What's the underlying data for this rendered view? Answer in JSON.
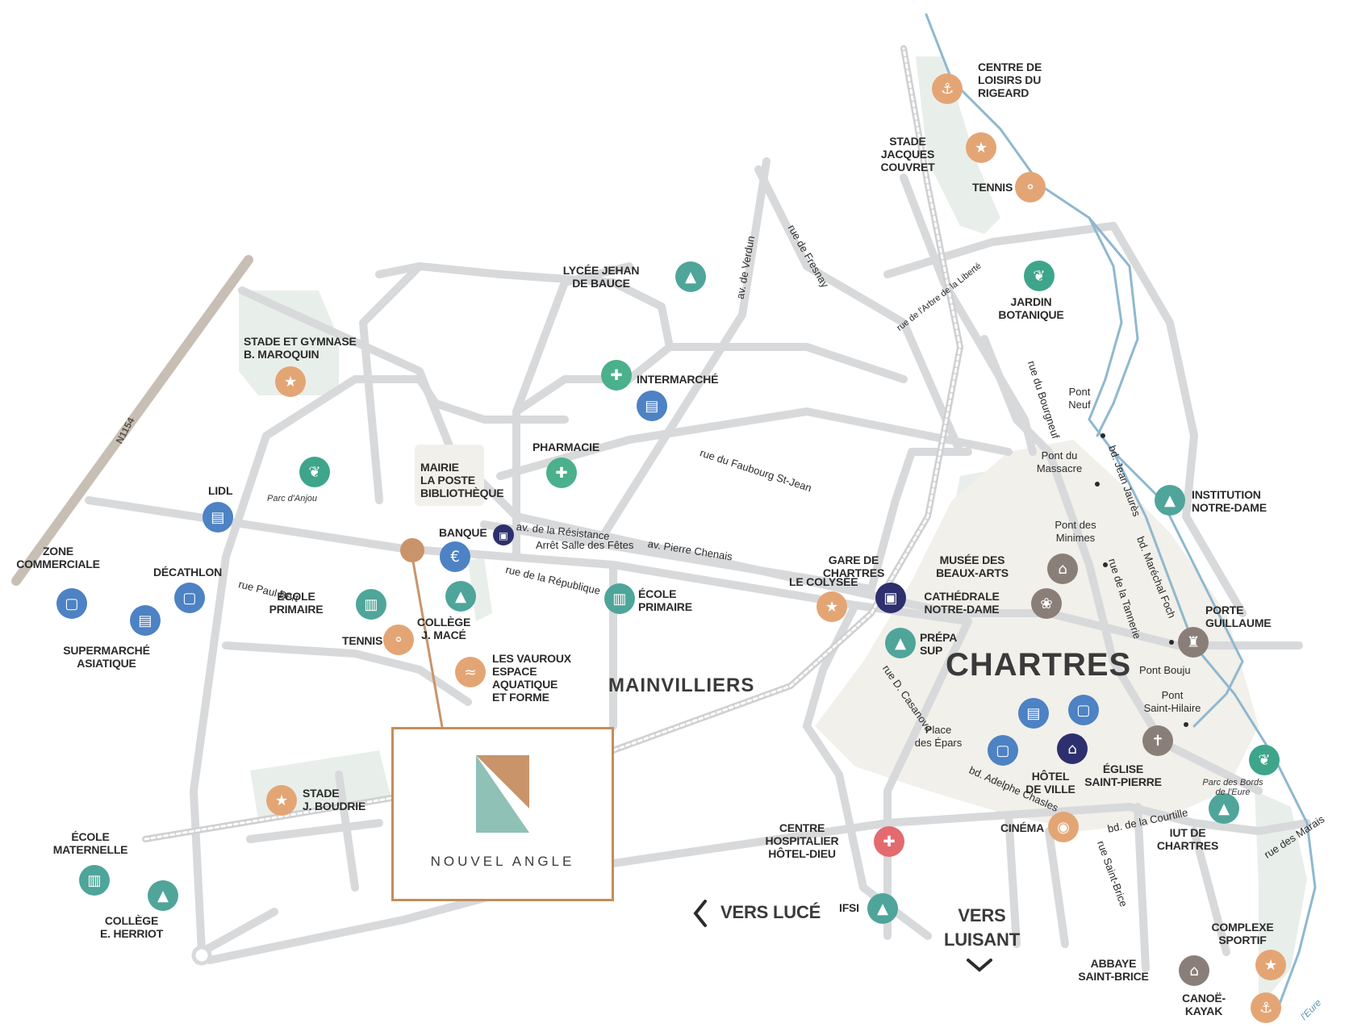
{
  "colors": {
    "road": "#d8d9db",
    "road_major": "#cfd0d2",
    "park": "#e8efea",
    "center_area": "#f1f0ea",
    "river": "#8fb8cf",
    "highway": "#c8bfb4",
    "sport": "#e4a575",
    "shop": "#4d82c4",
    "edu": "#4fa59a",
    "health": "#4bb08c",
    "transport": "#2e2f6e",
    "culture": "#8a7f78",
    "nature": "#3ea58a",
    "hospital": "#e36a6e",
    "brand": "#c48d5b",
    "brand_teal": "#8fc1b6"
  },
  "brand": {
    "name": "NOUVEL ANGLE"
  },
  "towns": {
    "chartres": "CHARTRES",
    "mainvilliers": "MAINVILLIERS"
  },
  "directions": {
    "luce": "VERS LUCÉ",
    "luisant": "VERS\nLUISANT"
  },
  "pois": [
    {
      "id": "centre-loisirs",
      "label": "CENTRE DE\nLOISIRS DU\nRIGEARD",
      "category": "sport",
      "icon": "kayak-icon"
    },
    {
      "id": "stade-couvret",
      "label": "STADE\nJACQUES\nCOUVRET",
      "category": "sport",
      "icon": "runner-icon"
    },
    {
      "id": "tennis-north",
      "label": "TENNIS",
      "category": "sport",
      "icon": "tennis-icon"
    },
    {
      "id": "jardin-botanique",
      "label": "JARDIN\nBOTANIQUE",
      "category": "nature",
      "icon": "leaf-icon"
    },
    {
      "id": "lycee-jehan",
      "label": "LYCÉE JEHAN\nDE BAUCE",
      "category": "edu",
      "icon": "graduation-cap-icon"
    },
    {
      "id": "stade-maroquin",
      "label": "STADE ET GYMNASE\nB. MAROQUIN",
      "category": "sport",
      "icon": "runner-icon"
    },
    {
      "id": "intermarche",
      "label": "INTERMARCHÉ",
      "category": "shop",
      "icon": "cart-icon"
    },
    {
      "id": "health-cross",
      "label": "",
      "category": "health",
      "icon": "medical-cross-icon"
    },
    {
      "id": "pharmacie",
      "label": "PHARMACIE",
      "category": "health",
      "icon": "medical-cross-icon"
    },
    {
      "id": "mairie",
      "label": "MAIRIE\nLA POSTE\nBIBLIOTHÈQUE",
      "category": "civic",
      "icon": ""
    },
    {
      "id": "parc-anjou",
      "label": "Parc d'Anjou",
      "category": "nature",
      "icon": "leaf-icon"
    },
    {
      "id": "lidl",
      "label": "LIDL",
      "category": "shop",
      "icon": "cart-icon"
    },
    {
      "id": "banque",
      "label": "BANQUE",
      "category": "shop",
      "icon": "euro-icon"
    },
    {
      "id": "arret",
      "label": "Arrêt Salle des Fêtes",
      "category": "transport",
      "icon": "bus-icon"
    },
    {
      "id": "zone-commerciale",
      "label": "ZONE\nCOMMERCIALE",
      "category": "shop",
      "icon": "bag-icon"
    },
    {
      "id": "decathlon",
      "label": "DÉCATHLON",
      "category": "shop",
      "icon": "bag-icon"
    },
    {
      "id": "supermarche-asiatique",
      "label": "SUPERMARCHÉ\nASIATIQUE",
      "category": "shop",
      "icon": "cart-icon"
    },
    {
      "id": "ecole-primaire-w",
      "label": "ÉCOLE\nPRIMAIRE",
      "category": "edu",
      "icon": "backpack-icon"
    },
    {
      "id": "tennis-w",
      "label": "TENNIS",
      "category": "sport",
      "icon": "tennis-icon"
    },
    {
      "id": "college-mace",
      "label": "COLLÈGE\nJ. MACÉ",
      "category": "edu",
      "icon": "graduation-cap-icon"
    },
    {
      "id": "ecole-primaire-e",
      "label": "ÉCOLE\nPRIMAIRE",
      "category": "edu",
      "icon": "backpack-icon"
    },
    {
      "id": "vauroux",
      "label": "LES VAUROUX\nESPACE\nAQUATIQUE\nET FORME",
      "category": "sport",
      "icon": "swim-icon"
    },
    {
      "id": "colysee",
      "label": "LE COLYSÉE",
      "category": "sport",
      "icon": "runner-icon"
    },
    {
      "id": "gare",
      "label": "GARE DE\nCHARTRES",
      "category": "transport",
      "icon": "train-icon"
    },
    {
      "id": "prepa",
      "label": "PRÉPA\nSUP",
      "category": "edu",
      "icon": "graduation-cap-icon"
    },
    {
      "id": "musee",
      "label": "MUSÉE DES\nBEAUX-ARTS",
      "category": "culture",
      "icon": "museum-icon"
    },
    {
      "id": "cathedrale",
      "label": "CATHÉDRALE\nNOTRE-DAME",
      "category": "culture",
      "icon": "rose-window-icon"
    },
    {
      "id": "institution",
      "label": "INSTITUTION\nNOTRE-DAME",
      "category": "edu",
      "icon": "graduation-cap-icon"
    },
    {
      "id": "porte-guillaume",
      "label": "PORTE\nGUILLAUME",
      "category": "culture",
      "icon": "tower-icon"
    },
    {
      "id": "shop-center-1",
      "label": "",
      "category": "shop",
      "icon": "cart-icon"
    },
    {
      "id": "shop-center-2",
      "label": "",
      "category": "shop",
      "icon": "bag-icon"
    },
    {
      "id": "shop-center-3",
      "label": "",
      "category": "shop",
      "icon": "bag-icon"
    },
    {
      "id": "hotel-ville",
      "label": "HÔTEL\nDE VILLE",
      "category": "transport",
      "icon": "museum-icon"
    },
    {
      "id": "eglise",
      "label": "ÉGLISE\nSAINT-PIERRE",
      "category": "culture",
      "icon": "cross-icon"
    },
    {
      "id": "parc-eure",
      "label": "Parc des Bords\nde l'Eure",
      "category": "nature",
      "icon": "leaf-icon"
    },
    {
      "id": "iut",
      "label": "IUT DE\nCHARTRES",
      "category": "edu",
      "icon": "graduation-cap-icon"
    },
    {
      "id": "cinema",
      "label": "CINÉMA",
      "category": "sport",
      "icon": "camera-icon"
    },
    {
      "id": "hospitalier",
      "label": "CENTRE\nHOSPITALIER\nHÔTEL-DIEU",
      "category": "hospital",
      "icon": "ambulance-icon"
    },
    {
      "id": "ifsi",
      "label": "IFSI",
      "category": "edu",
      "icon": "graduation-cap-icon"
    },
    {
      "id": "stade-boudrie",
      "label": "STADE\nJ. BOUDRIE",
      "category": "sport",
      "icon": "runner-icon"
    },
    {
      "id": "ecole-maternelle",
      "label": "ÉCOLE\nMATERNELLE",
      "category": "edu",
      "icon": "backpack-icon"
    },
    {
      "id": "college-herriot",
      "label": "COLLÈGE\nE. HERRIOT",
      "category": "edu",
      "icon": "graduation-cap-icon"
    },
    {
      "id": "complexe",
      "label": "COMPLEXE\nSPORTIF",
      "category": "sport",
      "icon": "runner-icon"
    },
    {
      "id": "abbaye",
      "label": "ABBAYE\nSAINT-BRICE",
      "category": "culture",
      "icon": "abbey-icon"
    },
    {
      "id": "canoe",
      "label": "CANOË-\nKAYAK",
      "category": "sport",
      "icon": "kayak-icon"
    }
  ],
  "streets": [
    {
      "id": "verdun",
      "label": "av. de Verdun"
    },
    {
      "id": "fresnay",
      "label": "rue de Fresnay"
    },
    {
      "id": "arbre-liberte",
      "label": "rue de l'Arbre de la Liberté"
    },
    {
      "id": "bourgneuf",
      "label": "rue du Bourgneuf"
    },
    {
      "id": "faubourg",
      "label": "rue du Faubourg St-Jean"
    },
    {
      "id": "resistance",
      "label": "av. de la Résistance"
    },
    {
      "id": "chenais",
      "label": "av. Pierre Chenais"
    },
    {
      "id": "republique",
      "label": "rue de la République"
    },
    {
      "id": "paul-bert",
      "label": "rue Paul Bert"
    },
    {
      "id": "casanova",
      "label": "rue D. Casanova"
    },
    {
      "id": "jaures",
      "label": "bd. Jean Jaurès"
    },
    {
      "id": "foch",
      "label": "bd. Maréchal Foch"
    },
    {
      "id": "tannerie",
      "label": "rue de la Tannerie"
    },
    {
      "id": "adelphe",
      "label": "bd. Adelphe Chasles"
    },
    {
      "id": "courtille",
      "label": "bd. de la Courtille"
    },
    {
      "id": "saint-brice",
      "label": "rue Saint-Brice"
    },
    {
      "id": "marais",
      "label": "rue des Marais"
    },
    {
      "id": "n1154",
      "label": "N1154"
    },
    {
      "id": "eure",
      "label": "l'Eure"
    }
  ],
  "places": [
    {
      "id": "pont-neuf",
      "label": "Pont\nNeuf"
    },
    {
      "id": "pont-massacre",
      "label": "Pont du\nMassacre"
    },
    {
      "id": "pont-minimes",
      "label": "Pont des\nMinimes"
    },
    {
      "id": "pont-bouju",
      "label": "Pont Bouju"
    },
    {
      "id": "pont-hilaire",
      "label": "Pont\nSaint-Hilaire"
    },
    {
      "id": "place-epars",
      "label": "Place\ndes Épars"
    }
  ]
}
